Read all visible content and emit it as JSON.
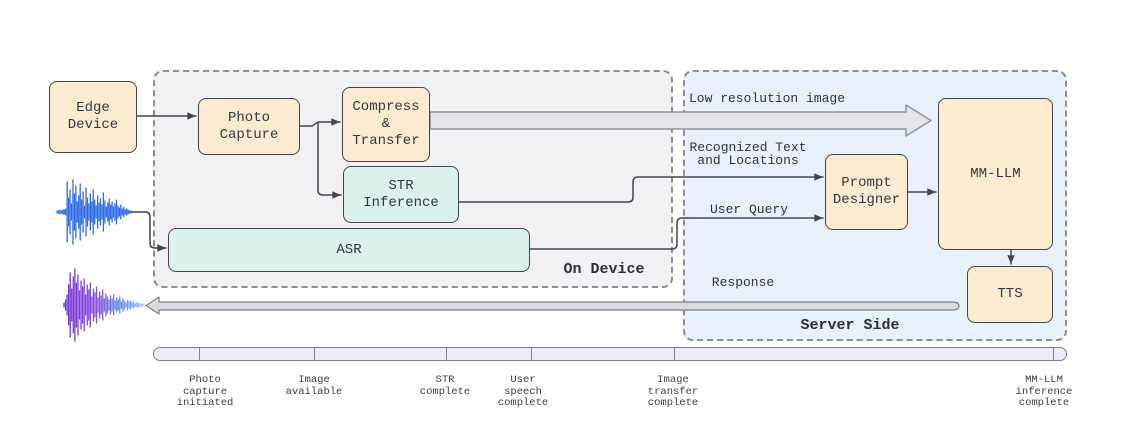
{
  "containers": {
    "on_device": {
      "label": "On Device"
    },
    "server_side": {
      "label": "Server Side"
    }
  },
  "nodes": {
    "edge_device": {
      "label": "Edge\nDevice"
    },
    "photo_capture": {
      "label": "Photo\nCapture"
    },
    "compress_transfer": {
      "label": "Compress\n&\nTransfer"
    },
    "str_inference": {
      "label": "STR\nInference"
    },
    "asr": {
      "label": "ASR"
    },
    "prompt_designer": {
      "label": "Prompt\nDesigner"
    },
    "mm_llm": {
      "label": "MM-LLM"
    },
    "tts": {
      "label": "TTS"
    }
  },
  "flow_labels": {
    "low_res_image": "Low resolution image",
    "recognized_text": "Recognized Text\nand Locations",
    "user_query": "User Query",
    "response": "Response"
  },
  "timeline": {
    "events": [
      {
        "label": "Photo\ncapture\ninitiated"
      },
      {
        "label": "Image\navailable"
      },
      {
        "label": "STR\ncomplete"
      },
      {
        "label": "User\nspeech\ncomplete"
      },
      {
        "label": "Image\ntransfer\ncomplete"
      },
      {
        "label": "MM-LLM inference\ncomplete"
      }
    ]
  },
  "icons": {
    "input_audio_waveform": "audio-waveform",
    "response_audio_waveform": "audio-waveform"
  },
  "colors": {
    "node_warm_fill": "#fdecd1",
    "node_mint_fill": "#dbf3ec",
    "node_border": "#43454b",
    "node_text": "#33363c",
    "on_device_fill": "#f2f2f4",
    "server_side_fill": "#e9f1fc",
    "container_border": "#8e8e93",
    "container_label": "#2b2e34",
    "connector": "#43454b",
    "big_arrow_fill": "#e4e6ea",
    "big_arrow_border": "#8e949d",
    "response_bar_fill": "#d8dbdf",
    "response_bar_border": "#7a808a",
    "timeline_fill": "#ededf8",
    "timeline_border": "#80818e",
    "flow_label": "#2f333a",
    "timeline_label": "#3a3d44",
    "waveform_blue": "#2d6be4",
    "waveform_purple": "#7a3fd4"
  }
}
